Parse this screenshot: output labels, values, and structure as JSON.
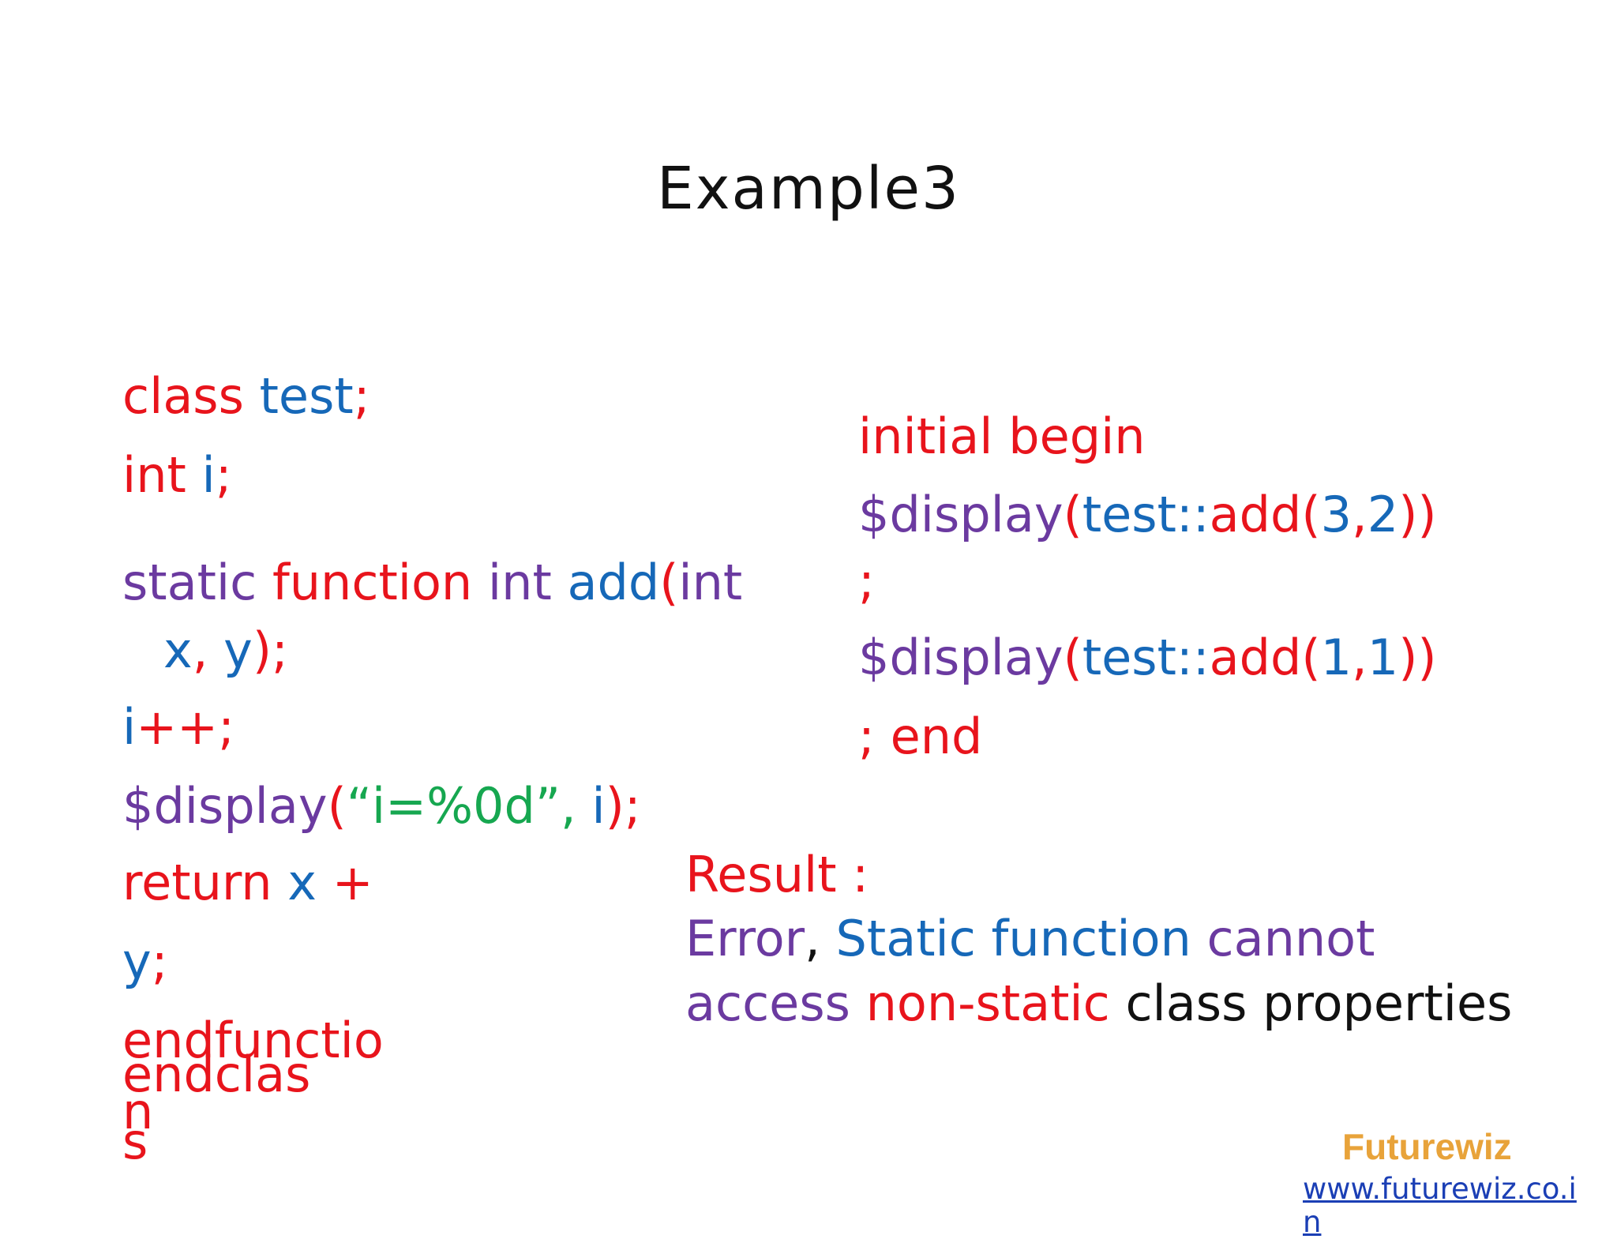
{
  "slide": {
    "title": "Example3"
  },
  "left_code": [
    [
      {
        "t": "class ",
        "c": "r"
      },
      {
        "t": "test",
        "c": "b"
      },
      {
        "t": ";",
        "c": "r"
      }
    ],
    [
      {
        "t": "int ",
        "c": "r"
      },
      {
        "t": "i",
        "c": "b"
      },
      {
        "t": ";",
        "c": "r"
      }
    ],
    [
      {
        "t": "static ",
        "c": "p"
      },
      {
        "t": "function ",
        "c": "r"
      },
      {
        "t": "int ",
        "c": "p"
      },
      {
        "t": "add",
        "c": "b"
      },
      {
        "t": "(",
        "c": "r"
      },
      {
        "t": "int",
        "c": "p"
      }
    ],
    [
      {
        "t": "x",
        "c": "b"
      },
      {
        "t": ", ",
        "c": "r"
      },
      {
        "t": "y",
        "c": "b"
      },
      {
        "t": ");",
        "c": "r"
      }
    ],
    [
      {
        "t": "i",
        "c": "b"
      },
      {
        "t": "++;",
        "c": "r"
      }
    ],
    [
      {
        "t": "$display",
        "c": "p"
      },
      {
        "t": "(",
        "c": "r"
      },
      {
        "t": "“i=%0d”, ",
        "c": "g"
      },
      {
        "t": " i",
        "c": "b"
      },
      {
        "t": ");",
        "c": "r"
      }
    ],
    [
      {
        "t": "return ",
        "c": "r"
      },
      {
        "t": "x ",
        "c": "b"
      },
      {
        "t": "+",
        "c": "r"
      }
    ],
    [
      {
        "t": "y",
        "c": "b"
      },
      {
        "t": ";",
        "c": "r"
      }
    ],
    [
      {
        "t": "endfunctio",
        "c": "r"
      }
    ],
    [
      {
        "t": "n",
        "c": "r"
      }
    ],
    [
      {
        "t": "endclas",
        "c": "r"
      }
    ],
    [
      {
        "t": "s",
        "c": "r"
      }
    ]
  ],
  "right_code": [
    [
      {
        "t": "initial begin",
        "c": "r"
      }
    ],
    [
      {
        "t": "$display",
        "c": "p"
      },
      {
        "t": "(",
        "c": "r"
      },
      {
        "t": "test::",
        "c": "b"
      },
      {
        "t": "add",
        "c": "r"
      },
      {
        "t": "(",
        "c": "r"
      },
      {
        "t": "3",
        "c": "b"
      },
      {
        "t": ",",
        "c": "r"
      },
      {
        "t": "2",
        "c": "b"
      },
      {
        "t": "))",
        "c": "r"
      }
    ],
    [
      {
        "t": ";",
        "c": "r"
      }
    ],
    [
      {
        "t": "$display",
        "c": "p"
      },
      {
        "t": "(",
        "c": "r"
      },
      {
        "t": "test::",
        "c": "b"
      },
      {
        "t": "add",
        "c": "r"
      },
      {
        "t": "(",
        "c": "r"
      },
      {
        "t": "1",
        "c": "b"
      },
      {
        "t": ",",
        "c": "r"
      },
      {
        "t": "1",
        "c": "b"
      },
      {
        "t": "))",
        "c": "r"
      }
    ],
    [
      {
        "t": "; end",
        "c": "r"
      }
    ]
  ],
  "result": [
    [
      {
        "t": "Result :",
        "c": "r"
      }
    ],
    [
      {
        "t": "Error",
        "c": "p"
      },
      {
        "t": ", ",
        "c": "k"
      },
      {
        "t": "Static function ",
        "c": "b"
      },
      {
        "t": "cannot",
        "c": "p"
      }
    ],
    [
      {
        "t": "access ",
        "c": "p"
      },
      {
        "t": "non-static ",
        "c": "r"
      },
      {
        "t": "class properties",
        "c": "k"
      }
    ]
  ],
  "footer": {
    "brand": "Futurewiz",
    "website": "www.futurewiz.co.in"
  }
}
